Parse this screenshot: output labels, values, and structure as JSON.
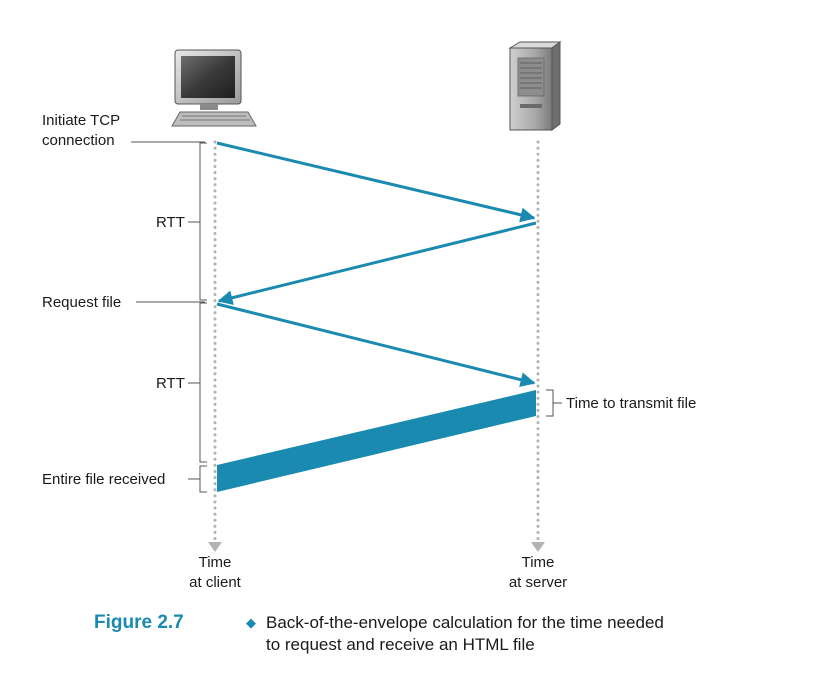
{
  "labels": {
    "initiate_line1": "Initiate TCP",
    "initiate_line2": "connection",
    "rtt_first": "RTT",
    "request_file": "Request file",
    "rtt_second": "RTT",
    "entire_file": "Entire file received",
    "transmit_time": "Time to transmit file"
  },
  "timelines": {
    "client_line1": "Time",
    "client_line2": "at client",
    "server_line1": "Time",
    "server_line2": "at server"
  },
  "caption": {
    "figure_number": "Figure 2.7",
    "text_line1": "Back-of-the-envelope calculation for the time needed",
    "text_line2": "to request and receive an HTML file"
  },
  "icons": {
    "client": "desktop-computer-icon",
    "server": "server-tower-icon",
    "bullet": "diamond-bullet-icon"
  },
  "colors": {
    "arrow": "#1a8ab0",
    "timeline": "#b3b3b3",
    "caption_accent": "#1a8ab0"
  }
}
